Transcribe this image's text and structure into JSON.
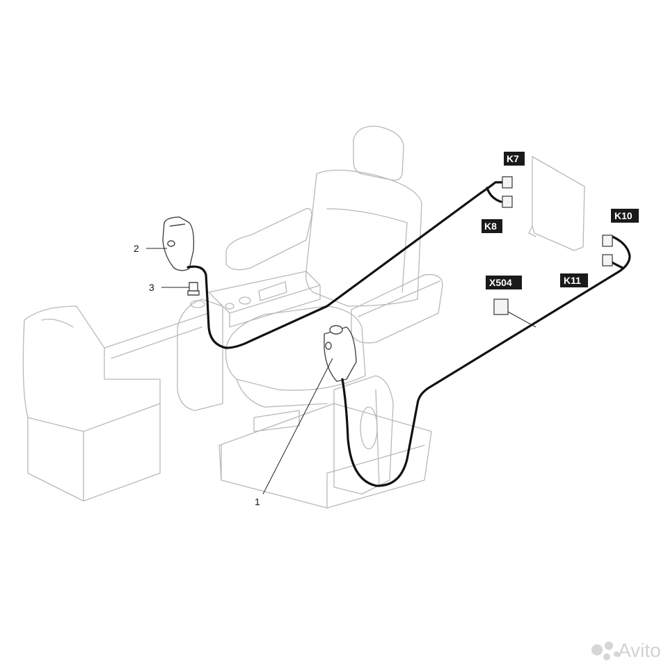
{
  "callouts": [
    {
      "label": "1"
    },
    {
      "label": "2"
    },
    {
      "label": "3"
    }
  ],
  "connectors": [
    {
      "label": "K7"
    },
    {
      "label": "K8"
    },
    {
      "label": "K10"
    },
    {
      "label": "K11"
    },
    {
      "label": "X504"
    }
  ],
  "watermark": {
    "text": "Avito"
  },
  "colors": {
    "cable": "#111111",
    "tag_background": "#1a1a1a",
    "outline": "#b8b8b8"
  }
}
